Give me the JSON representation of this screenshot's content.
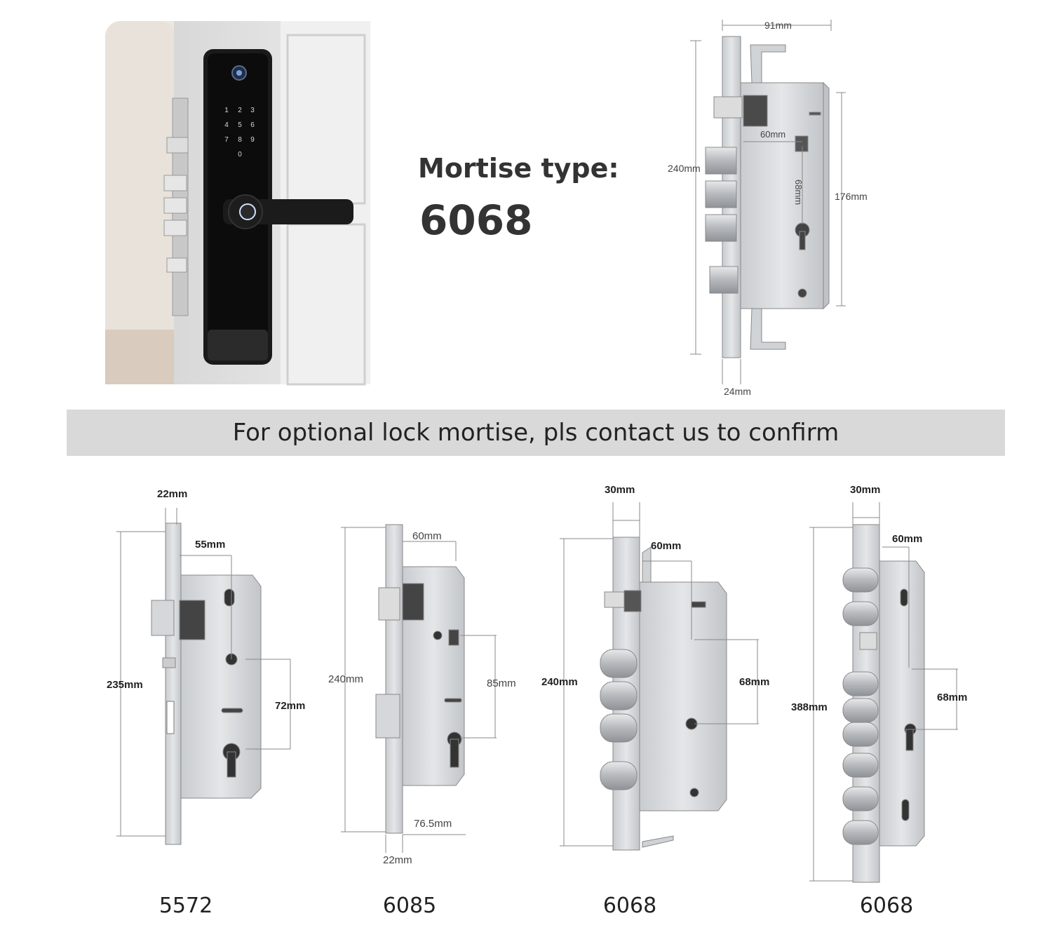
{
  "hero": {
    "title": "Mortise type:",
    "model": "6068"
  },
  "keypad": {
    "keys": [
      "1",
      "2",
      "3",
      "4",
      "5",
      "6",
      "7",
      "8",
      "9",
      "0"
    ]
  },
  "top_diagram": {
    "width": "91mm",
    "height": "240mm",
    "backset": "60mm",
    "center": "68mm",
    "body_height": "176mm",
    "faceplate": "24mm"
  },
  "banner": {
    "text": "For optional lock mortise, pls contact us to confirm"
  },
  "options": [
    {
      "model": "5572",
      "faceplate": "22mm",
      "backset": "55mm",
      "height": "235mm",
      "center": "72mm"
    },
    {
      "model": "6085",
      "backset": "60mm",
      "height": "240mm",
      "center": "85mm",
      "body_width": "76.5mm",
      "faceplate": "22mm"
    },
    {
      "model": "6068",
      "faceplate": "30mm",
      "backset": "60mm",
      "height": "240mm",
      "center": "68mm"
    },
    {
      "model": "6068",
      "faceplate": "30mm",
      "backset": "60mm",
      "height": "388mm",
      "center": "68mm"
    }
  ],
  "colors": {
    "banner": "#d9d9d9",
    "steel": "#d6d8db",
    "lock_black": "#1a1a1a",
    "door": "#e6e6e6"
  }
}
